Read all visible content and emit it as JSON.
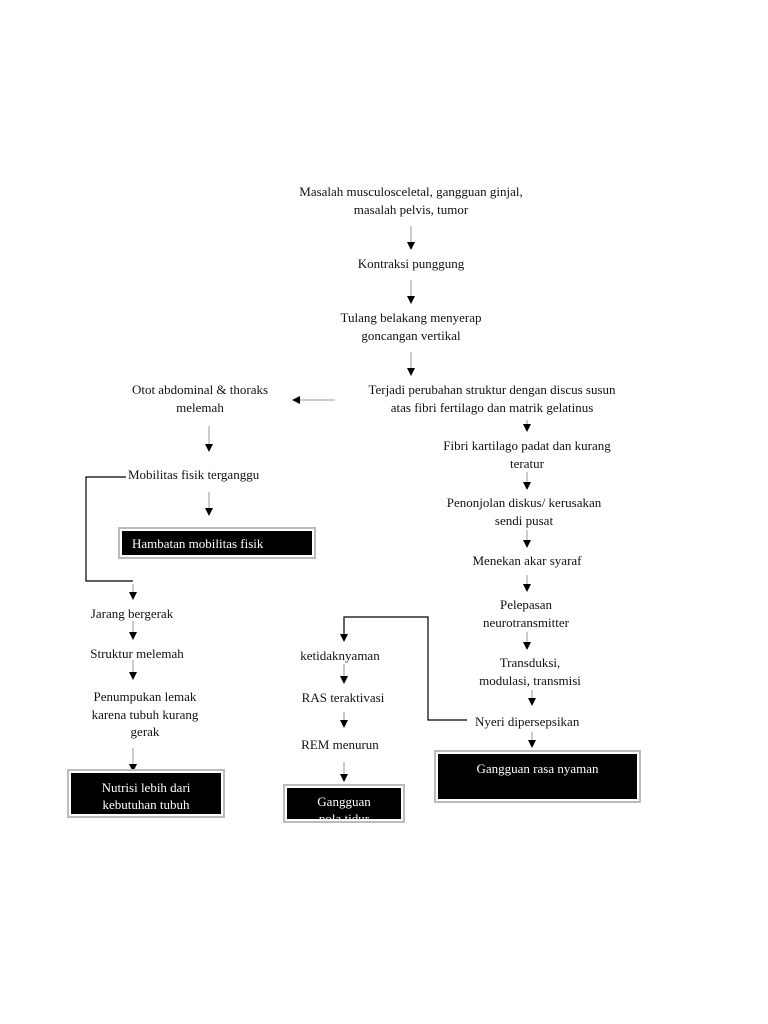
{
  "nodes": {
    "cause": [
      "Masalah musculosceletal, gangguan ginjal,",
      "masalah pelvis, tumor"
    ],
    "kontraksi": "Kontraksi punggung",
    "tulang": [
      "Tulang belakang menyerap",
      "goncangan vertikal"
    ],
    "terjadi": [
      "Terjadi perubahan struktur dengan discus susun",
      "atas fibri fertilago dan matrik gelatinus"
    ],
    "otot": [
      "Otot abdominal & thoraks",
      "melemah"
    ],
    "mobilitas": "Mobilitas fisik terganggu",
    "hambatan": "Hambatan  mobilitas fisik",
    "jarang": "Jarang bergerak",
    "struktur": "Struktur melemah",
    "penumpukan": [
      "Penumpukan lemak",
      "karena tubuh kurang",
      "gerak"
    ],
    "nutrisi": [
      "Nutrisi lebih dari",
      "kebutuhan tubuh"
    ],
    "fibri": [
      "Fibri kartilago padat dan kurang",
      "teratur"
    ],
    "penonjolan": [
      "Penonjolan diskus/ kerusakan",
      "sendi pusat"
    ],
    "menekan": "Menekan akar syaraf",
    "pelepasan": [
      "Pelepasan",
      "neurotransmitter"
    ],
    "transduksi": [
      "Transduksi,",
      "modulasi, transmisi"
    ],
    "nyeri": "Nyeri dipersepsikan",
    "gangguan_nyaman": "Gangguan rasa nyaman",
    "ketidaknyaman": "ketidaknyaman",
    "ras": "RAS teraktivasi",
    "rem": "REM menurun",
    "gangguan_tidur": [
      "Gangguan",
      "pola tidur"
    ]
  }
}
